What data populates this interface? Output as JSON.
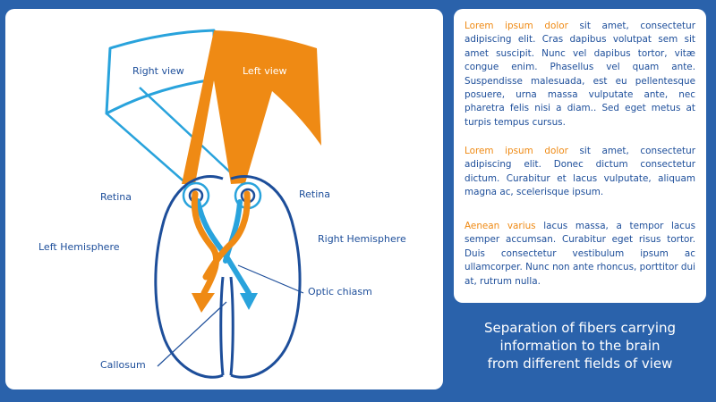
{
  "diagram": {
    "labels": {
      "right_view": "Right view",
      "left_view": "Left view",
      "retina_left": "Retina",
      "retina_right": "Retina",
      "left_hemisphere": "Left Hemisphere",
      "right_hemisphere": "Right Hemisphere",
      "optic_chiasm": "Optic chiasm",
      "callosum": "Callosum"
    },
    "colors": {
      "orange": "#ef8a14",
      "light_blue": "#29a3dc",
      "dark_blue": "#1d4e9a",
      "background": "#2a62ab"
    }
  },
  "text_panel": {
    "paragraphs": [
      {
        "lead": "Lorem ipsum dolor",
        "body": " sit amet, consectetur adipiscing elit. Cras dapibus volutpat sem sit amet suscipit. Nunc vel dapibus tortor, vitæ congue enim. Phasellus vel quam ante. Suspendisse malesuada, est eu pellentesque posuere, urna massa vulputate ante, nec pharetra felis nisi a diam.. Sed eget metus at turpis tempus cursus."
      },
      {
        "lead": "Lorem ipsum dolor",
        "body": " sit amet, consectetur adipiscing elit. Donec dictum consectetur dictum. Curabitur et lacus vulputate, aliquam magna ac, scelerisque ipsum."
      },
      {
        "lead": "Aenean varius",
        "body": " lacus massa, a tempor lacus semper accumsan. Curabitur eget risus tortor. Duis consectetur vestibulum ipsum ac ullamcorper. Nunc non ante rhoncus, porttitor dui at, rutrum nulla."
      }
    ]
  },
  "caption": {
    "lines": [
      "Separation of fibers carrying",
      "information to the brain",
      "from different fields of view"
    ]
  }
}
